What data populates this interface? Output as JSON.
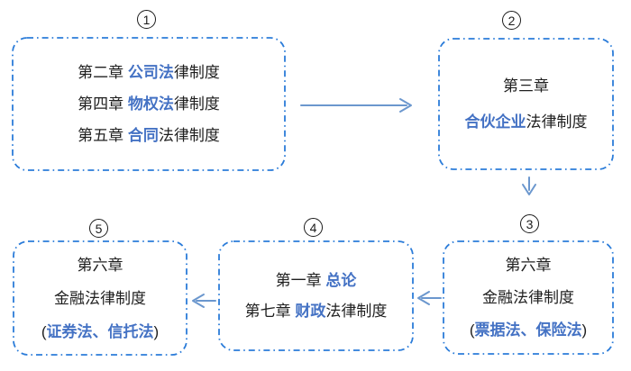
{
  "colors": {
    "border_blue": "#2b7cd9",
    "arrow_blue": "#6b97ce",
    "text_blue": "#4472c4",
    "text_black": "#1f1f1f"
  },
  "boxes": [
    {
      "number_digit": "1",
      "number_glyph": "①",
      "lines": [
        [
          {
            "t": "第二章 "
          },
          {
            "t": "公司法",
            "b": true
          },
          {
            "t": "律制度"
          }
        ],
        [
          {
            "t": "第四章 "
          },
          {
            "t": "物权法",
            "b": true
          },
          {
            "t": "律制度"
          }
        ],
        [
          {
            "t": "第五章 "
          },
          {
            "t": "合同",
            "b": true
          },
          {
            "t": "法律制度"
          }
        ]
      ]
    },
    {
      "number_digit": "2",
      "number_glyph": "②",
      "lines": [
        [
          {
            "t": "第三章"
          }
        ],
        [
          {
            "t": "合伙企业",
            "b": true
          },
          {
            "t": "法律制度"
          }
        ]
      ]
    },
    {
      "number_digit": "3",
      "number_glyph": "③",
      "lines": [
        [
          {
            "t": "第六章"
          }
        ],
        [
          {
            "t": "金融法律制度"
          }
        ],
        [
          {
            "t": "("
          },
          {
            "t": "票据法、保险法",
            "b": true
          },
          {
            "t": ")"
          }
        ]
      ]
    },
    {
      "number_digit": "4",
      "number_glyph": "④",
      "lines": [
        [
          {
            "t": "第一章 "
          },
          {
            "t": "总论",
            "b": true
          }
        ],
        [
          {
            "t": "第七章 "
          },
          {
            "t": "财政",
            "b": true
          },
          {
            "t": "法律制度"
          }
        ]
      ]
    },
    {
      "number_digit": "5",
      "number_glyph": "⑤",
      "lines": [
        [
          {
            "t": "第六章"
          }
        ],
        [
          {
            "t": "金融法律制度"
          }
        ],
        [
          {
            "t": "("
          },
          {
            "t": "证券法、信托法",
            "b": true
          },
          {
            "t": ")"
          }
        ]
      ]
    }
  ]
}
